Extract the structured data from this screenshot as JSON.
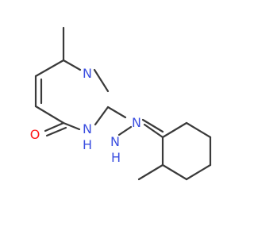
{
  "molecule": {
    "atoms": {
      "n_ring_top": "N",
      "n_ring_nh": "N",
      "h_ring_nh": "H",
      "n_hydrazine_nh": "N",
      "h_hydrazine_nh": "H",
      "n_hydrazine_imine": "N",
      "o_carbonyl": "O"
    },
    "colors": {
      "bond": "#3a3a3a",
      "nitrogen": "#3b4fe0",
      "oxygen": "#ff1a1a",
      "background": "#ffffff"
    }
  }
}
